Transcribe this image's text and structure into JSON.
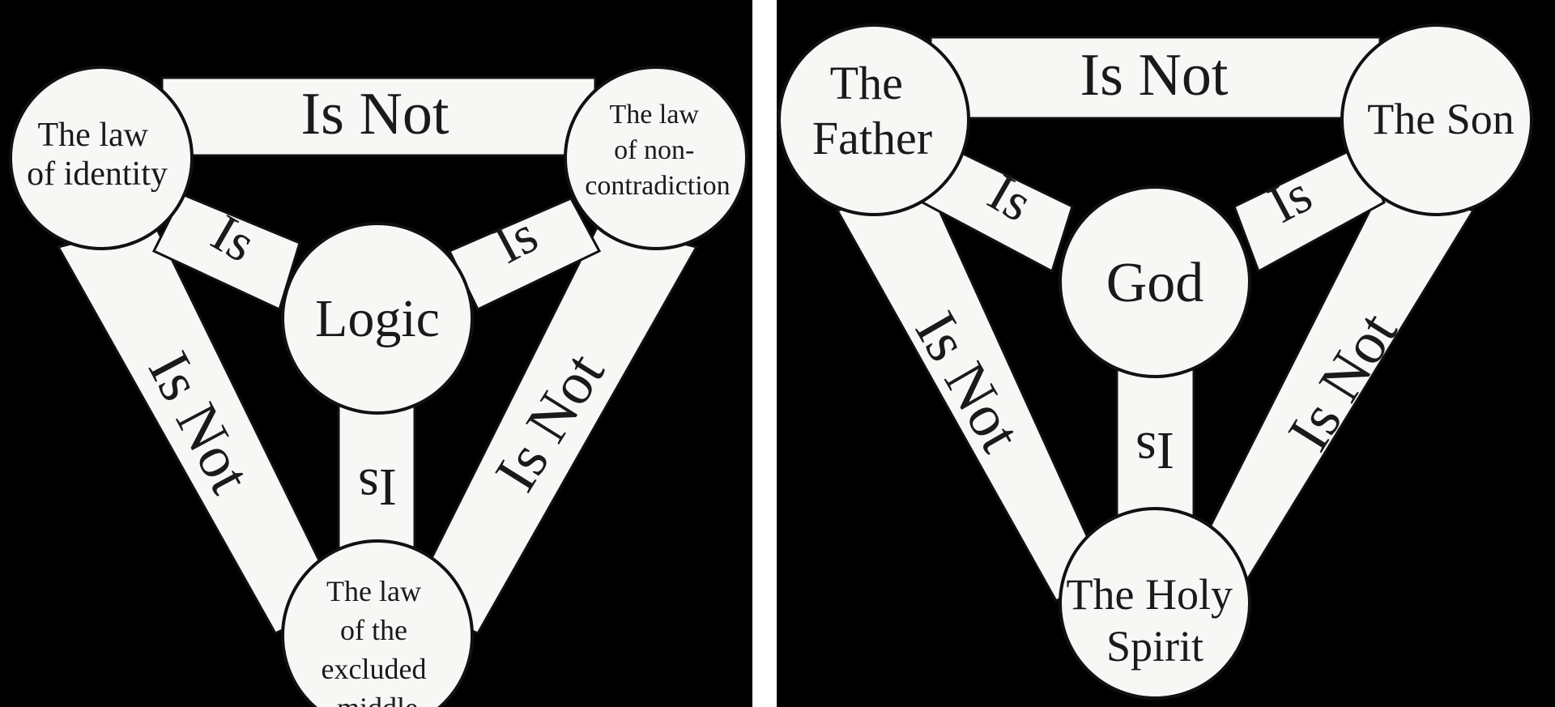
{
  "left_diagram": {
    "center": "Logic",
    "top_left": [
      "The law",
      "of identity"
    ],
    "top_right": [
      "The law",
      "of non-",
      "contradiction"
    ],
    "bottom": [
      "The law",
      "of the",
      "excluded",
      "middle"
    ],
    "edge_top": "Is Not",
    "edge_left": "Is Not",
    "edge_right": "Is Not",
    "spoke_top_left": "Is",
    "spoke_top_right": "Is",
    "spoke_bottom": "Is"
  },
  "right_diagram": {
    "center": "God",
    "top_left": [
      "The",
      "Father"
    ],
    "top_right": [
      "The Son"
    ],
    "bottom": [
      "The Holy",
      "Spirit"
    ],
    "edge_top": "Is Not",
    "edge_left": "Is Not",
    "edge_right": "Is Not",
    "spoke_top_left": "Is",
    "spoke_top_right": "Is",
    "spoke_bottom": "Is"
  }
}
